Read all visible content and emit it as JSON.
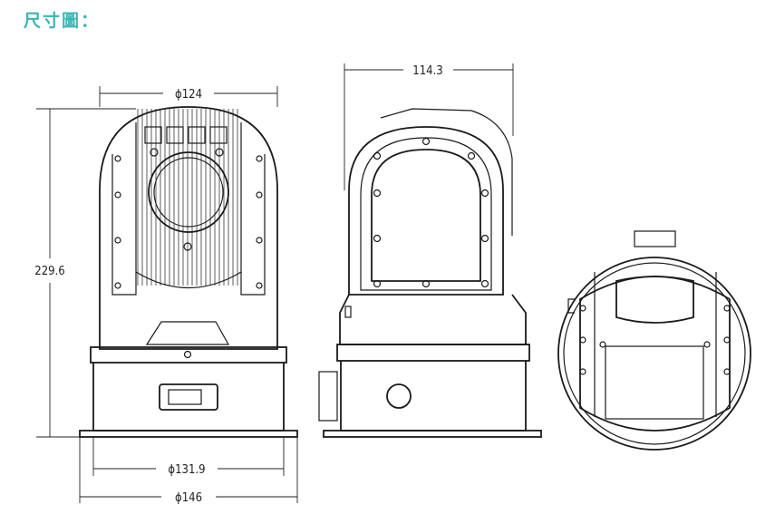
{
  "title": "尺寸圖：",
  "colors": {
    "title": "#3fb4b4",
    "line": "#1a1a1a"
  },
  "dimensions": {
    "front_width": "ϕ124",
    "height": "229.6",
    "base_inner": "ϕ131.9",
    "base_outer": "ϕ146",
    "side_depth": "114.3"
  }
}
